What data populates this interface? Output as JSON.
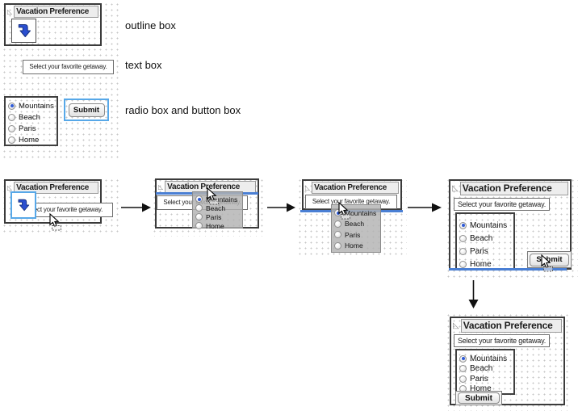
{
  "sections": {
    "outline_label": "outline box",
    "textbox_label": "text box",
    "radio_button_label": "radio box and button box"
  },
  "widget": {
    "header_title": "Vacation Preference",
    "textbox_text": "Select your favorite getaway.",
    "radio_options": [
      "Mountains",
      "Beach",
      "Paris",
      "Home"
    ],
    "selected_option": "Mountains",
    "submit_label": "Submit"
  },
  "icons": {
    "collapse_triangle": "◺",
    "widget_arrow": "blue-curved-down-arrow",
    "drag_cursor": "pointer-with-dashed-box",
    "flow_arrow_right": "black-right-arrow",
    "flow_arrow_down": "black-down-arrow"
  },
  "colors": {
    "selection_blue": "#57a8e8",
    "drop_indicator_blue": "#4a7fd4",
    "widget_arrow_blue": "#2a4ed0",
    "radio_selected_blue": "#2f5bd6",
    "frame_dark": "#3b3b3b",
    "header_bg": "#ededed"
  }
}
